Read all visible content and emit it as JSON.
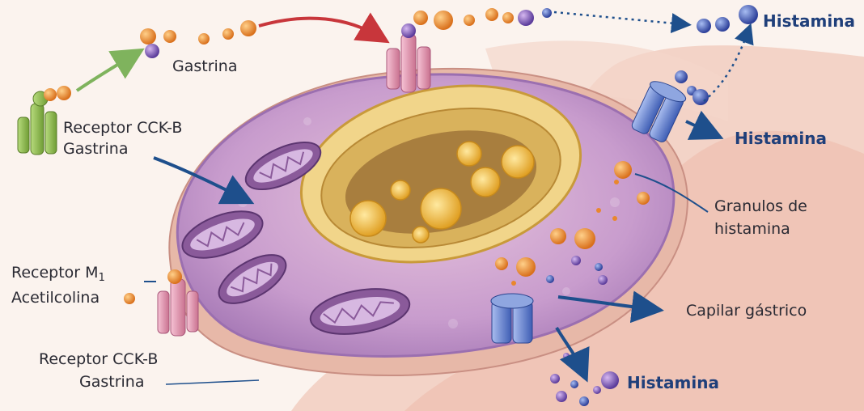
{
  "labels": {
    "gastrina_top": "Gastrina",
    "histamina_top": "Histamina",
    "receptor_cckb_1": "Receptor CCK-B",
    "gastrina_1": "Gastrina",
    "histamina_right": "Histamina",
    "granulos_line1": "Granulos de",
    "granulos_line2": "histamina",
    "receptor_m": "Receptor M",
    "receptor_m_sub": "1",
    "acetilcolina": "Acetilcolina",
    "capilar": "Capilar gástrico",
    "receptor_cckb_2": "Receptor CCK-B",
    "gastrina_2": "Gastrina",
    "histamina_bottom": "Histamina"
  },
  "colors": {
    "gastrin_orange": "#e9872d",
    "histamine_blue": "#3d58b4",
    "cell_purple": "#c7a0cf",
    "tissue_pink": "#f1c6b6",
    "receptor_green": "#8dbb4d",
    "receptor_pink": "#e39bb5",
    "receptor_blue": "#5f7fcf",
    "arrow_blue": "#1e4f8c",
    "arrow_red": "#c8363b",
    "arrow_green": "#7fb35d",
    "nucleus_gold": "#e8c15a"
  },
  "icons": [
    "gastrin-molecule-icon",
    "histamine-molecule-icon",
    "cck-b-receptor-icon",
    "m1-receptor-icon",
    "h-channel-icon",
    "mitochondrion-icon",
    "granule-icon"
  ]
}
